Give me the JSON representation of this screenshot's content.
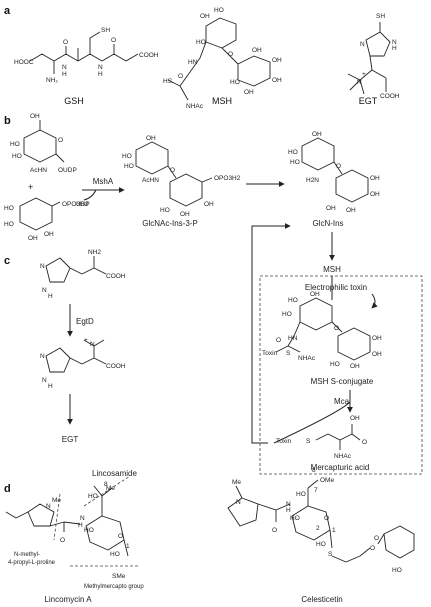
{
  "panels": {
    "a": "a",
    "b": "b",
    "c": "c",
    "d": "d"
  },
  "panel_a": {
    "gsh": "GSH",
    "msh": "MSH",
    "egt": "EGT"
  },
  "panel_b": {
    "udp_sugar_group": "OUDP",
    "acetylamino": "AcHN",
    "plus": "+",
    "enzyme": "MshA",
    "byproduct": "UDP",
    "intermediate": "GlcNAc-Ins-3-P",
    "product": "GlcN-Ins",
    "phosphate": "OPO3H2",
    "amino": "H2N"
  },
  "panel_c": {
    "amine": "NH2",
    "acid": "COOH",
    "enzyme": "EgtD",
    "product": "EGT"
  },
  "detox": {
    "msh": "MSH",
    "toxin_input": "Electrophilic toxin",
    "conjugate": "MSH S-conjugate",
    "toxin": "Toxin",
    "enzyme": "Mca",
    "product": "Mercapturic acid",
    "nhac": "NHAc"
  },
  "panel_d": {
    "lincosamide": "Lincosamide",
    "proline_line1": "N-methyl-",
    "proline_line2": "4-propyl-L-proline",
    "smethyl": "SMe",
    "methylmercapto": "Methylmercapto group",
    "lincomycin": "Lincomycin A",
    "celesticetin": "Celesticetin",
    "me": "Me",
    "ome": "OMe",
    "pos1": "1",
    "pos2": "2",
    "pos7": "7",
    "pos8": "8"
  }
}
